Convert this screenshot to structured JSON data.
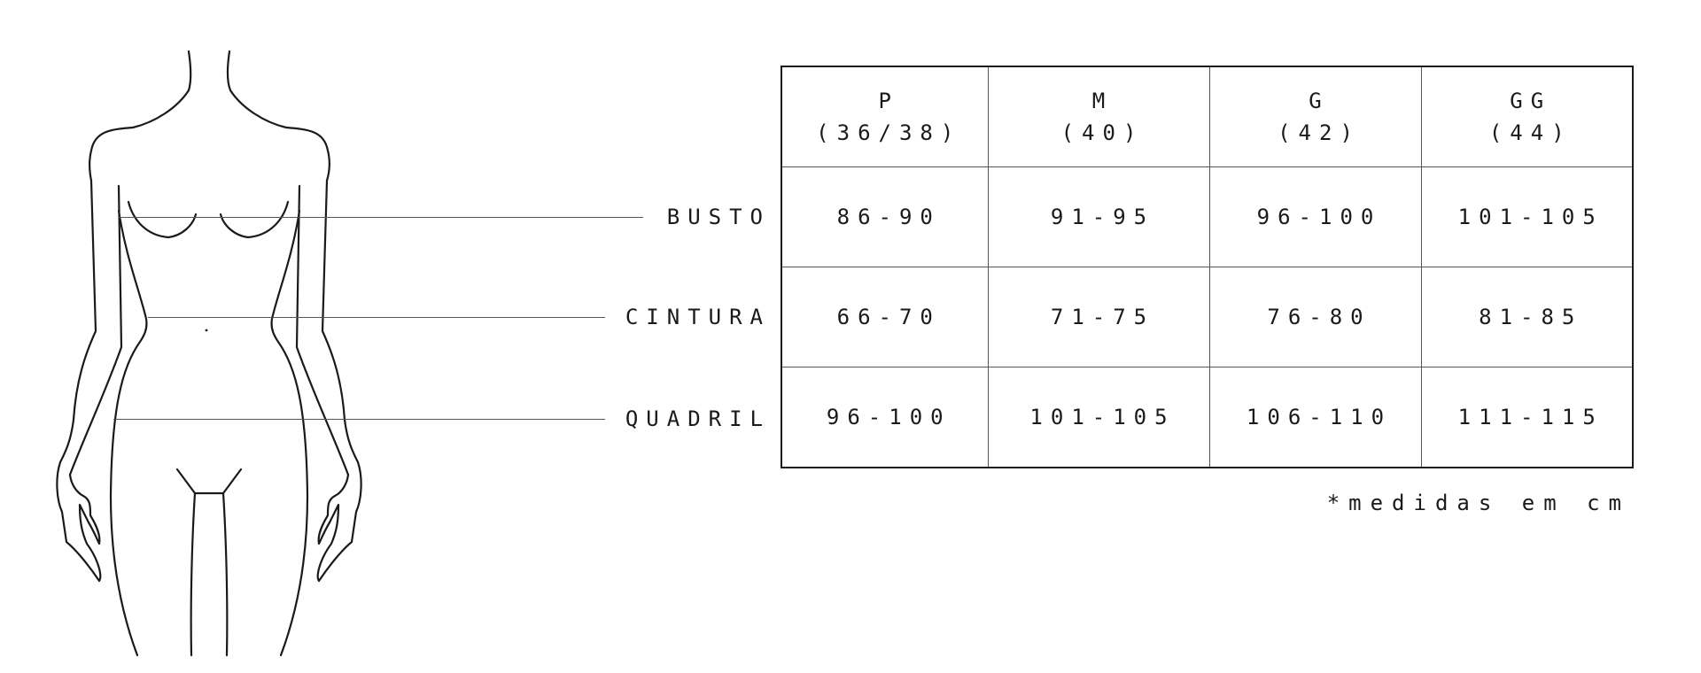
{
  "measurements": {
    "labels": [
      "BUSTO",
      "CINTURA",
      "QUADRIL"
    ]
  },
  "size_table": {
    "headers": [
      {
        "size": "P",
        "number": "(36/38)"
      },
      {
        "size": "M",
        "number": "(40)"
      },
      {
        "size": "G",
        "number": "(42)"
      },
      {
        "size": "GG",
        "number": "(44)"
      }
    ],
    "rows": [
      [
        "86-90",
        "91-95",
        "96-100",
        "101-105"
      ],
      [
        "66-70",
        "71-75",
        "76-80",
        "81-85"
      ],
      [
        "96-100",
        "101-105",
        "106-110",
        "111-115"
      ]
    ]
  },
  "note": "*medidas em cm",
  "colors": {
    "line": "#1a1a1a",
    "guide": "#555555",
    "background": "#ffffff"
  }
}
